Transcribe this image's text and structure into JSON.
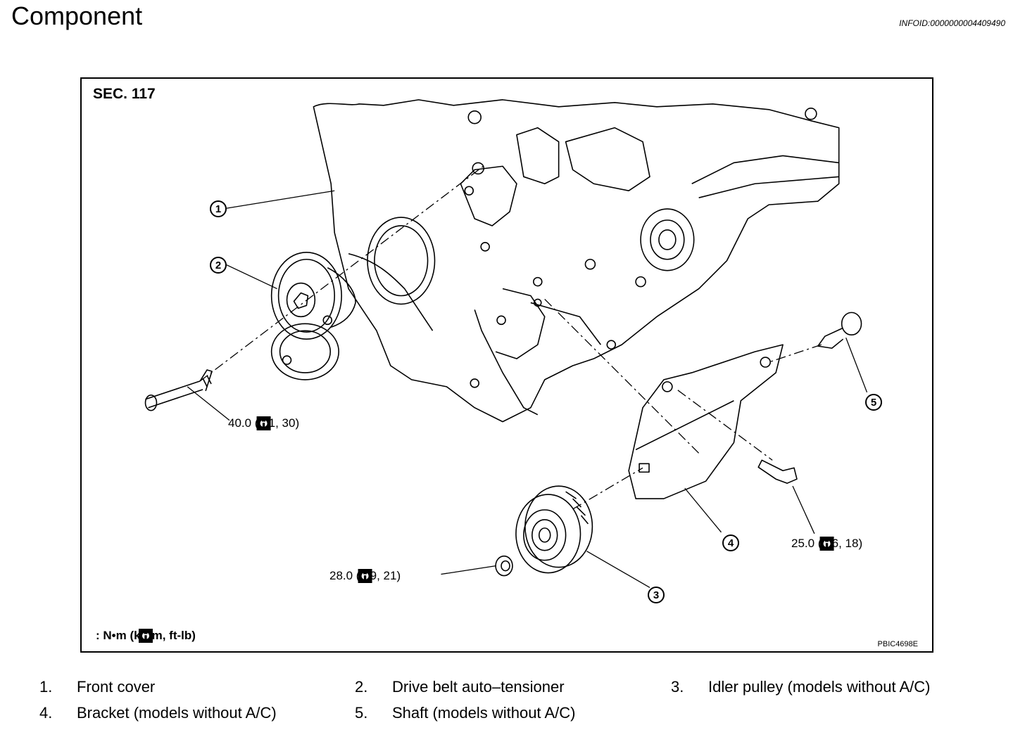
{
  "header": {
    "title": "Component",
    "info_id": "INFOID:0000000004409490"
  },
  "figure": {
    "section": "SEC. 117",
    "code": "PBIC4698E",
    "units_legend": ": N•m (kg-m, ft-lb)",
    "torques": [
      {
        "value": "40.0 (4.1, 30)"
      },
      {
        "value": "25.0 (2.6, 18)"
      },
      {
        "value": "28.0 (2.9, 21)"
      }
    ],
    "callouts": [
      "1",
      "2",
      "3",
      "4",
      "5"
    ]
  },
  "parts": [
    {
      "num": "1.",
      "name": "Front cover"
    },
    {
      "num": "2.",
      "name": "Drive belt auto–tensioner"
    },
    {
      "num": "3.",
      "name": "Idler pulley (models without A/C)"
    },
    {
      "num": "4.",
      "name": "Bracket (models without A/C)"
    },
    {
      "num": "5.",
      "name": "Shaft (models without A/C)"
    }
  ]
}
